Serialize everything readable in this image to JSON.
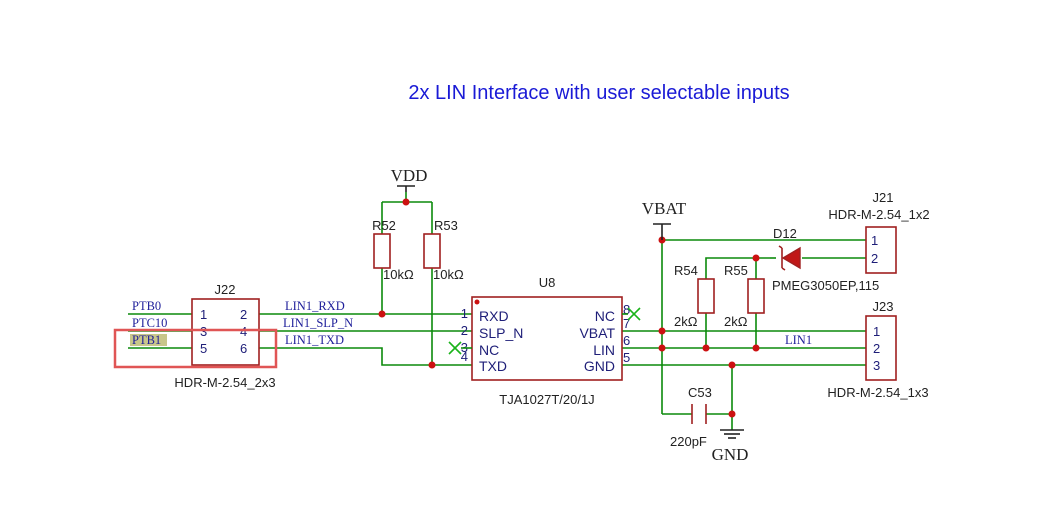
{
  "title": "2x LIN Interface with user selectable inputs",
  "power": {
    "vdd": "VDD",
    "vbat": "VBAT",
    "gnd": "GND"
  },
  "components": {
    "j22": {
      "ref": "J22",
      "value": "HDR-M-2.54_2x3",
      "pins": [
        "1",
        "2",
        "3",
        "4",
        "5",
        "6"
      ]
    },
    "r52": {
      "ref": "R52",
      "value": "10kΩ"
    },
    "r53": {
      "ref": "R53",
      "value": "10kΩ"
    },
    "u8": {
      "ref": "U8",
      "value": "TJA1027T/20/1J",
      "left_pins": [
        {
          "num": "1",
          "name": "RXD"
        },
        {
          "num": "2",
          "name": "SLP_N"
        },
        {
          "num": "3",
          "name": "NC"
        },
        {
          "num": "4",
          "name": "TXD"
        }
      ],
      "right_pins": [
        {
          "num": "8",
          "name": "NC"
        },
        {
          "num": "7",
          "name": "VBAT"
        },
        {
          "num": "6",
          "name": "LIN"
        },
        {
          "num": "5",
          "name": "GND"
        }
      ]
    },
    "r54": {
      "ref": "R54",
      "value": "2kΩ"
    },
    "r55": {
      "ref": "R55",
      "value": "2kΩ"
    },
    "d12": {
      "ref": "D12",
      "value": "PMEG3050EP,115"
    },
    "c53": {
      "ref": "C53",
      "value": "220pF"
    },
    "j21": {
      "ref": "J21",
      "value": "HDR-M-2.54_1x2",
      "pins": [
        "1",
        "2"
      ]
    },
    "j23": {
      "ref": "J23",
      "value": "HDR-M-2.54_1x3",
      "pins": [
        "1",
        "2",
        "3"
      ]
    }
  },
  "nets": {
    "ptb0": "PTB0",
    "ptc10": "PTC10",
    "ptb1": "PTB1",
    "lin1_rxd": "LIN1_RXD",
    "lin1_slp_n": "LIN1_SLP_N",
    "lin1_txd": "LIN1_TXD",
    "lin1": "LIN1"
  },
  "colors": {
    "title": "#1a1ad6",
    "wire": "#0b8a0b",
    "component": "#a02020",
    "junction": "#cc1111",
    "highlight": "#e05555"
  }
}
